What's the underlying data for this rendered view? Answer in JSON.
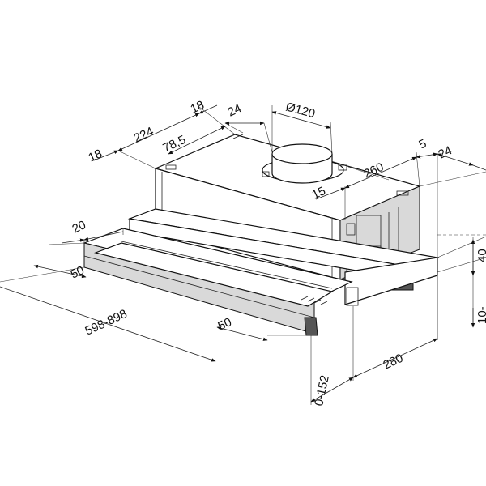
{
  "dimensions": {
    "d18_left": "18",
    "d224": "224",
    "d18_top": "18",
    "d24_top": "24",
    "d120": "Ø120",
    "d78_5": "78,5",
    "d260": "260",
    "d5": "5",
    "d24_right": "24",
    "d15": "15",
    "d20": "20",
    "d50_left": "50",
    "d598_898": "598-898",
    "d50_bottom": "50",
    "d0_152": "0-152",
    "d280": "280",
    "d40": "40",
    "d10": "10-"
  }
}
